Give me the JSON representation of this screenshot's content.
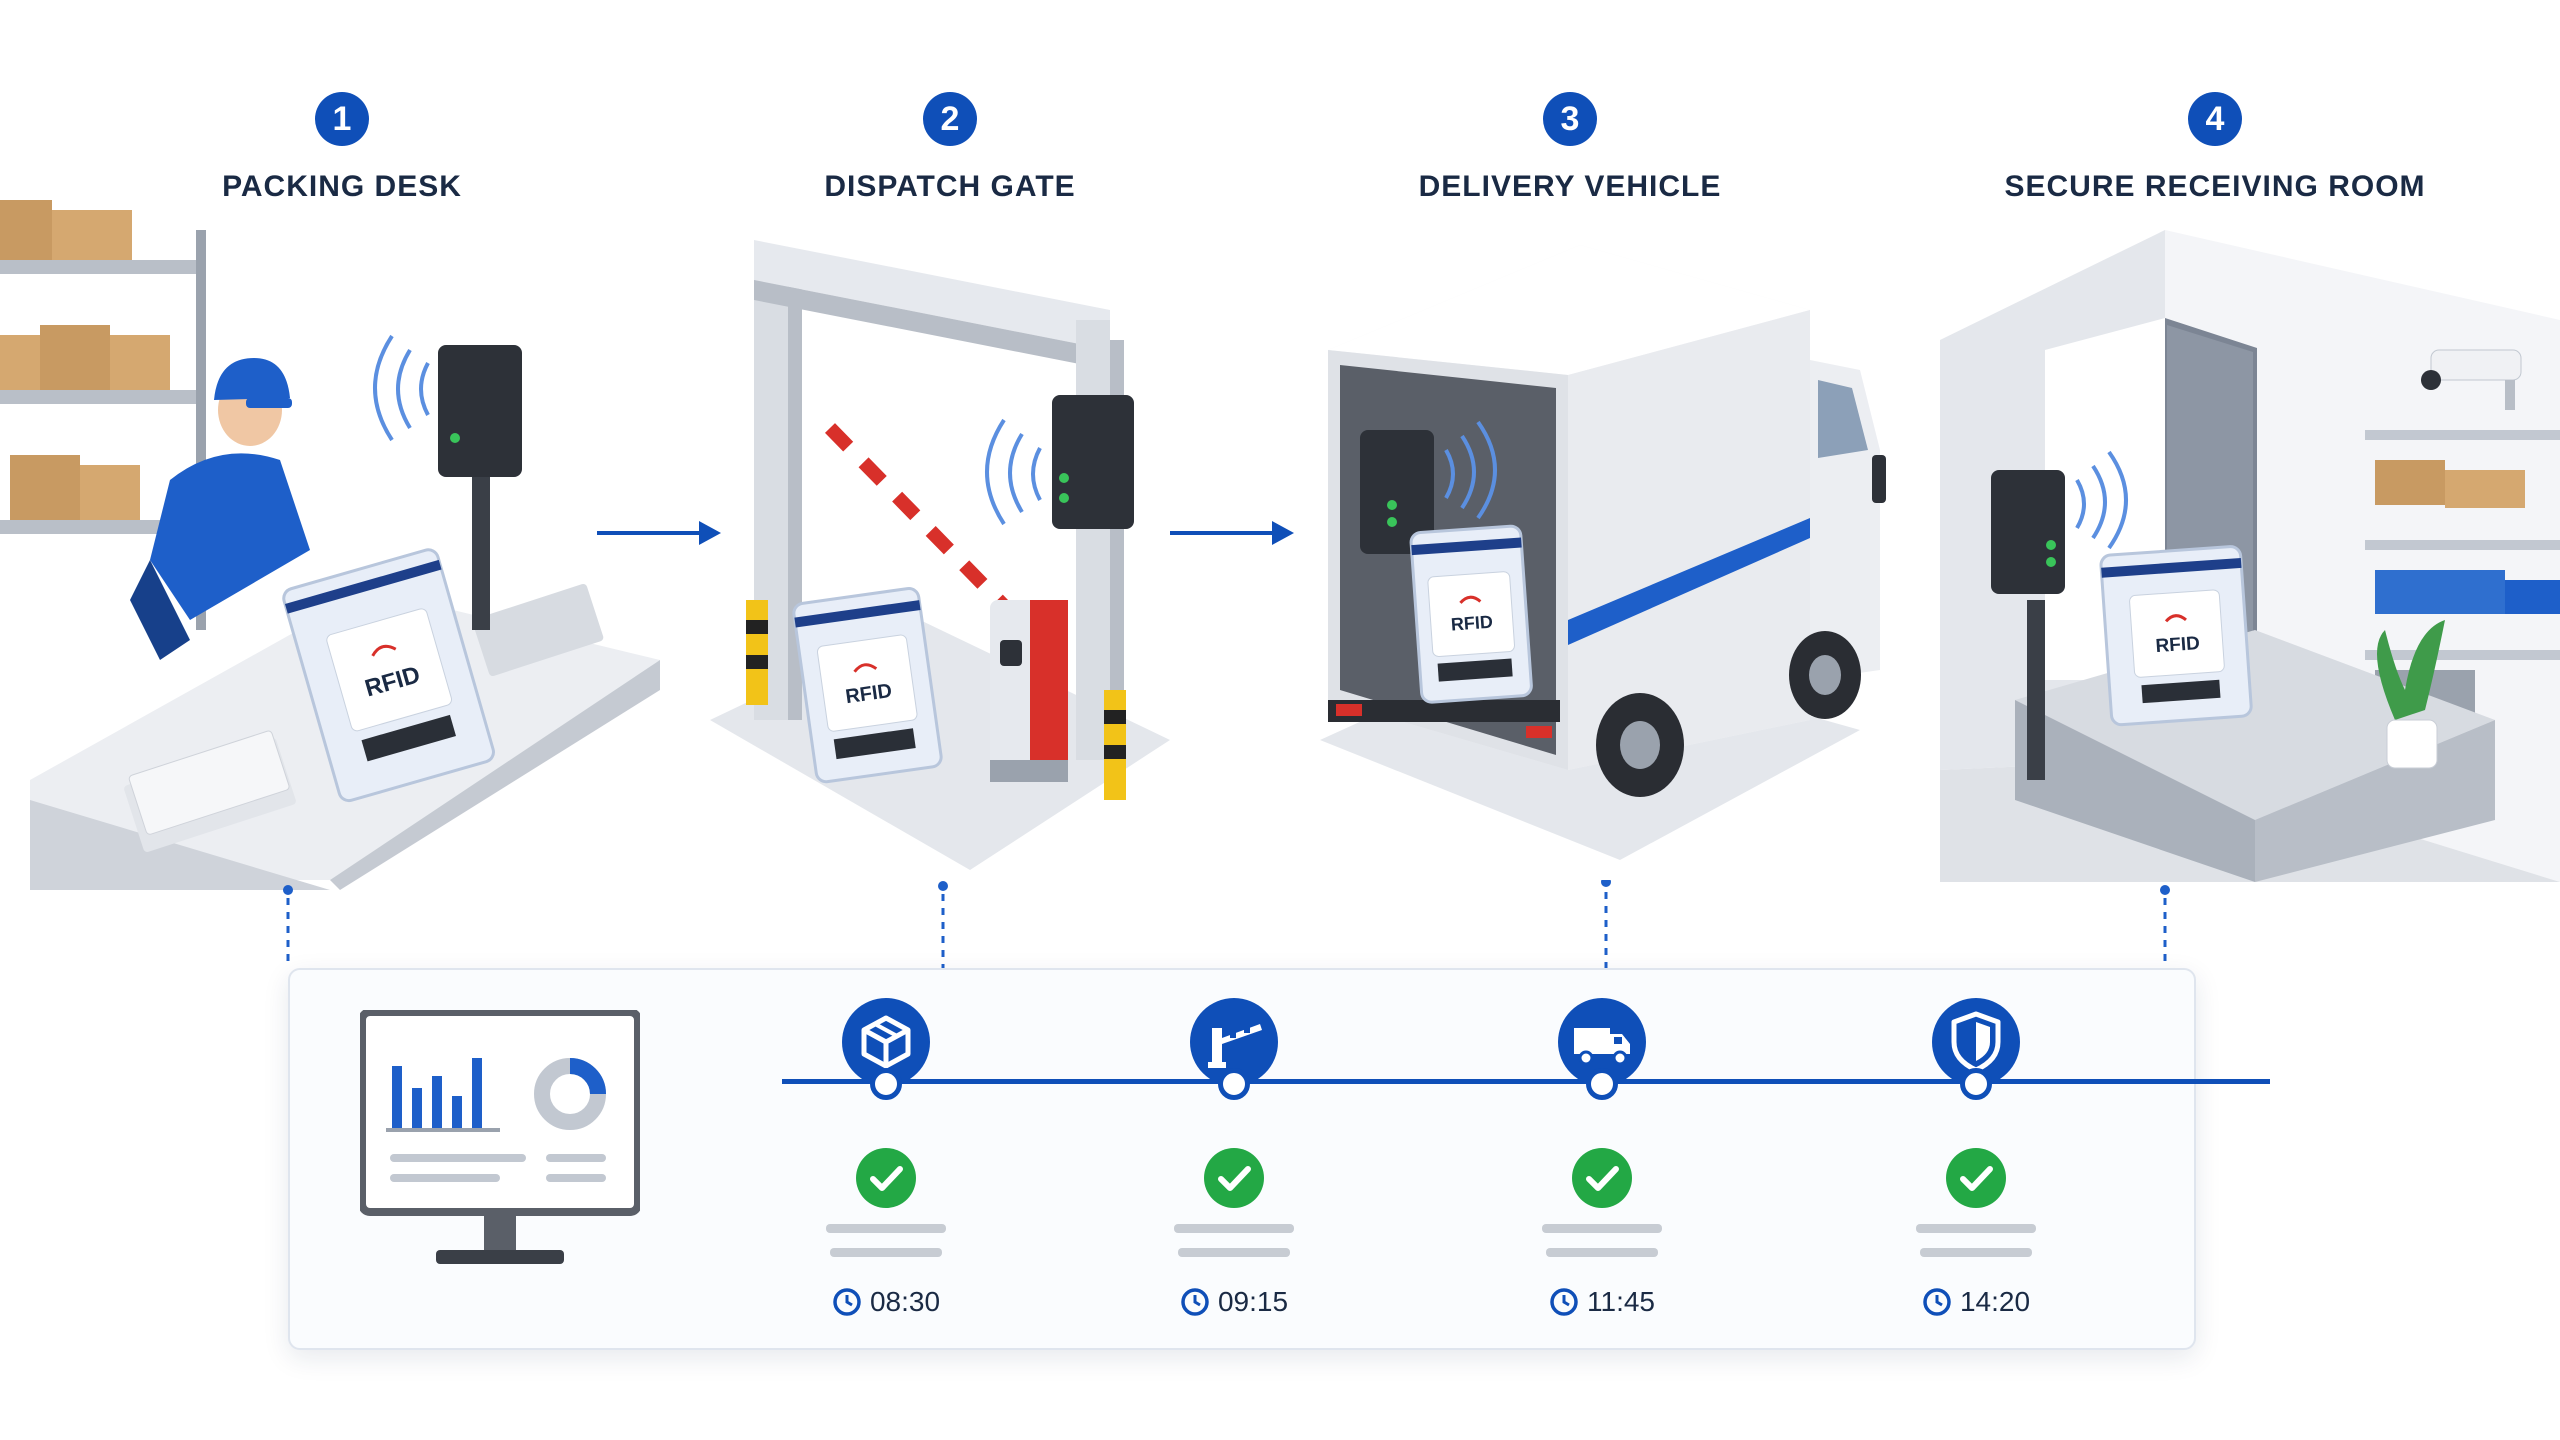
{
  "steps": [
    {
      "number": "1",
      "title": "PACKING DESK",
      "time": "08:30"
    },
    {
      "number": "2",
      "title": "DISPATCH GATE",
      "time": "09:15"
    },
    {
      "number": "3",
      "title": "DELIVERY VEHICLE",
      "time": "11:45"
    },
    {
      "number": "4",
      "title": "SECURE RECEIVING ROOM",
      "time": "14:20"
    }
  ],
  "labels": {
    "tag": "RFID"
  },
  "colors": {
    "accent": "#0f4fb8",
    "success": "#23a845",
    "muted": "#c7ccd3",
    "text": "#1a2a44",
    "barrier": "#d8302a"
  },
  "icons": [
    "package-icon",
    "gate-barrier-icon",
    "truck-icon",
    "shield-icon",
    "check-icon",
    "clock-icon",
    "rfid-signal-icon",
    "monitor-dashboard-icon"
  ]
}
